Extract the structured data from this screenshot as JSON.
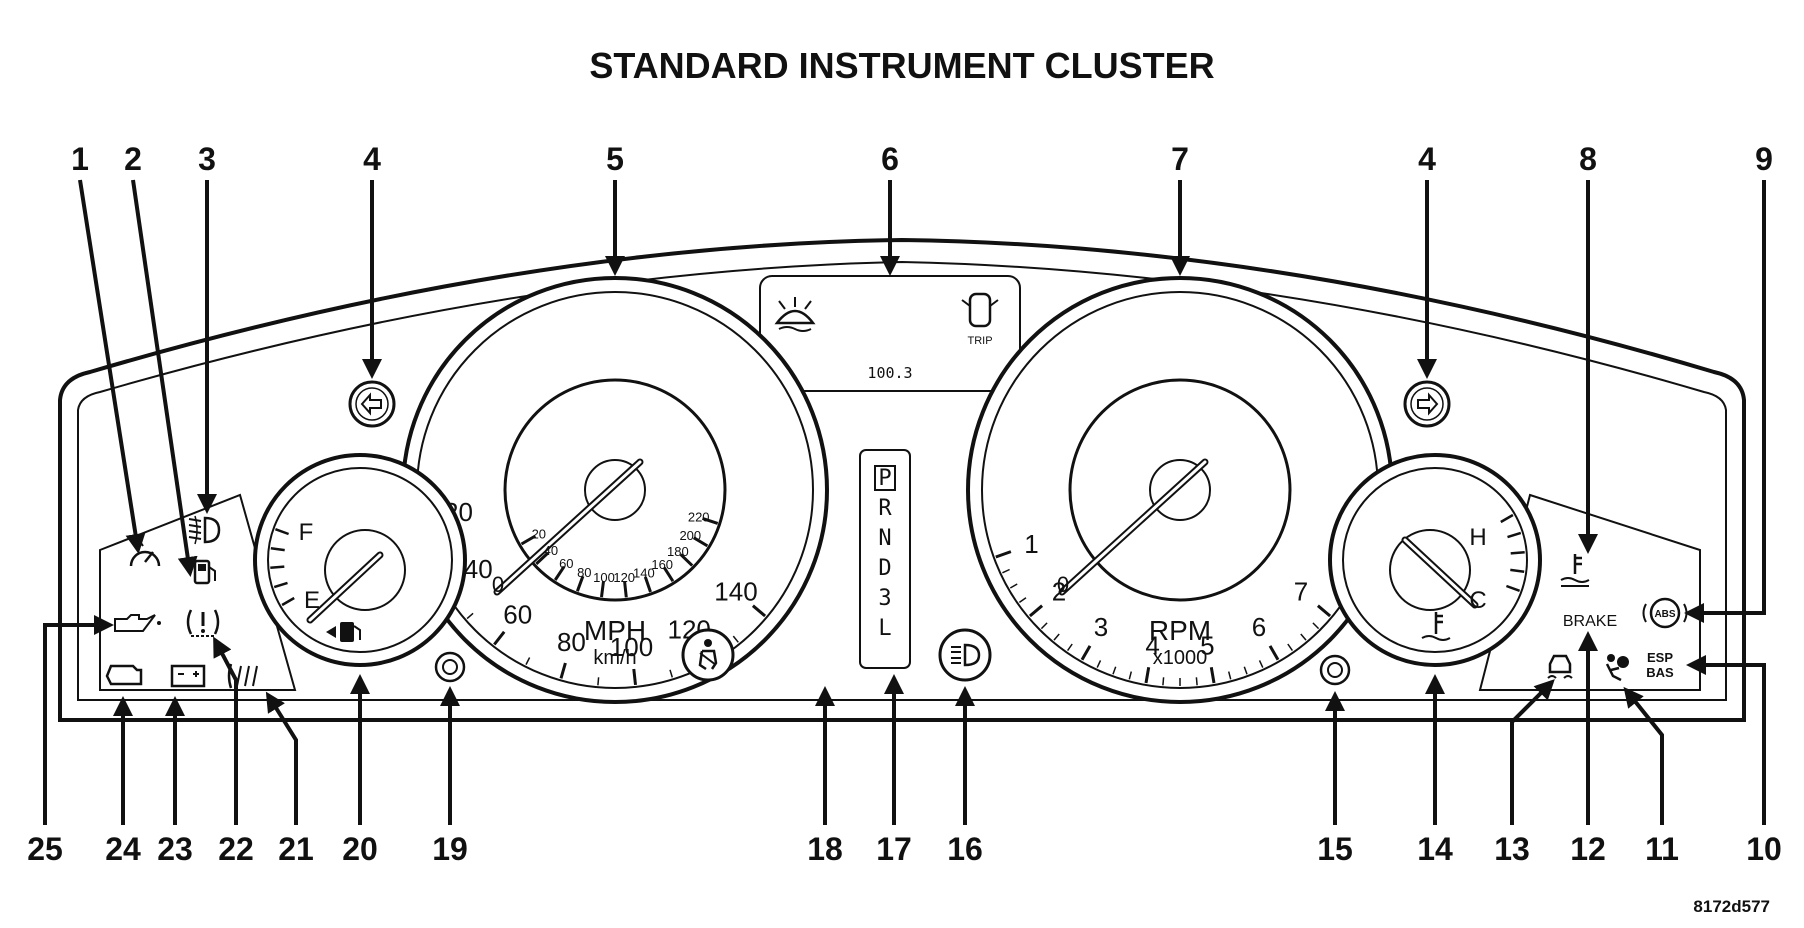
{
  "title": "STANDARD INSTRUMENT CLUSTER",
  "figure_id": "8172d577",
  "callouts": {
    "top": [
      "1",
      "2",
      "3",
      "4",
      "5",
      "6",
      "7",
      "4",
      "8",
      "9"
    ],
    "bottom": [
      "25",
      "24",
      "23",
      "22",
      "21",
      "20",
      "19",
      "18",
      "17",
      "16",
      "15",
      "14",
      "13",
      "12",
      "11",
      "10"
    ]
  },
  "speedometer": {
    "outer_ticks": [
      "20",
      "40",
      "60",
      "80",
      "100",
      "120",
      "140"
    ],
    "inner_ticks": [
      "20",
      "40",
      "60",
      "80",
      "100",
      "120",
      "140",
      "160",
      "180",
      "200",
      "220"
    ],
    "zero": "0",
    "unit": "MPH",
    "subunit": "km/h"
  },
  "tachometer": {
    "ticks": [
      "1",
      "2",
      "3",
      "4",
      "5",
      "6",
      "7"
    ],
    "zero": "0",
    "unit": "RPM",
    "subunit": "x1000"
  },
  "fuel_gauge": {
    "full": "F",
    "empty": "E"
  },
  "temp_gauge": {
    "hot": "H",
    "cold": "C"
  },
  "display": {
    "odometer": "100.3",
    "trip": "TRIP"
  },
  "prndl": [
    "P",
    "R",
    "N",
    "D",
    "3",
    "L"
  ],
  "warning_text": {
    "brake": "BRAKE",
    "abs": "ABS",
    "esp": "ESP",
    "bas": "BAS"
  },
  "icons": [
    "turn-left-icon",
    "turn-right-icon",
    "washer-fluid-icon",
    "door-ajar-icon",
    "seatbelt-icon",
    "headlight-icon",
    "fog-light-icon",
    "fuel-icon",
    "tire-pressure-icon",
    "oil-pressure-icon",
    "check-engine-icon",
    "battery-icon",
    "rear-defrost-icon",
    "cruise-icon",
    "coolant-icon",
    "traction-icon",
    "airbag-icon"
  ]
}
